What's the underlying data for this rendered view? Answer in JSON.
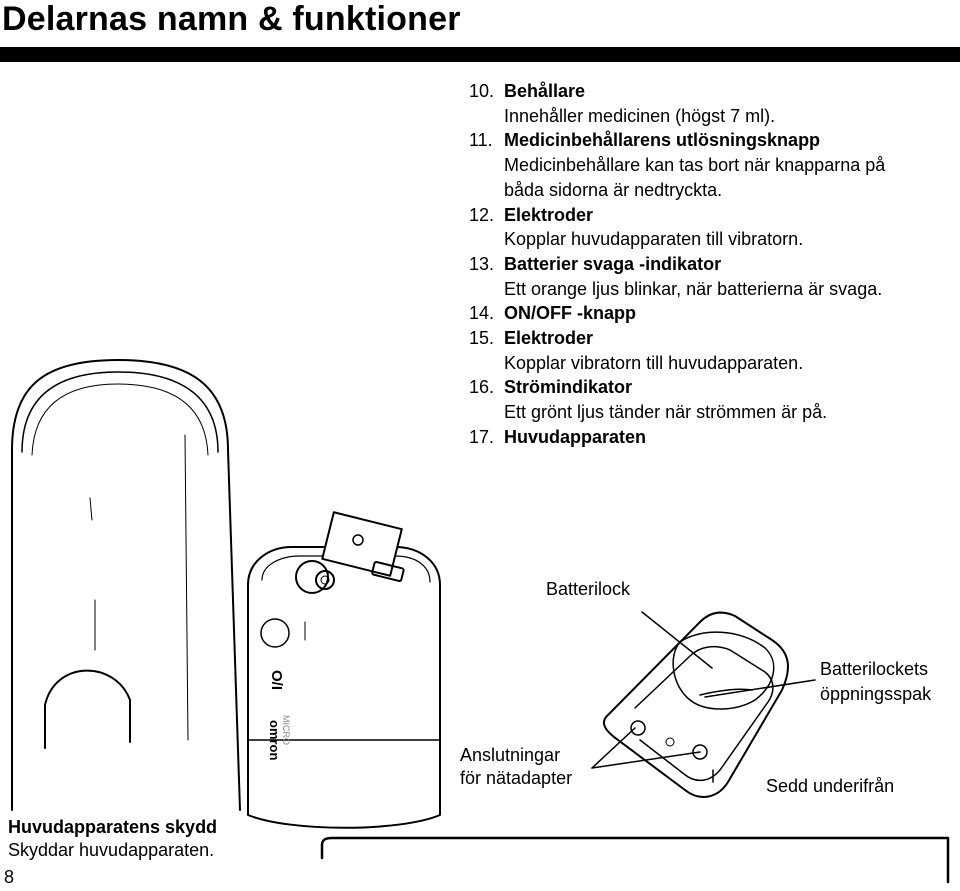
{
  "header": {
    "title": "Delarnas namn & funktioner"
  },
  "parts": [
    {
      "num": "10.",
      "name": "Behållare",
      "desc": [
        "Innehåller medicinen (högst 7 ml)."
      ]
    },
    {
      "num": "11.",
      "name": "Medicinbehållarens utlösningsknapp",
      "desc": [
        "Medicinbehållare kan tas bort när knapparna på",
        "båda sidorna är nedtryckta."
      ]
    },
    {
      "num": "12.",
      "name": "Elektroder",
      "desc": [
        "Kopplar huvudapparaten till vibratorn."
      ]
    },
    {
      "num": "13.",
      "name": "Batterier svaga -indikator",
      "desc": [
        "Ett orange ljus blinkar, när batterierna är svaga."
      ]
    },
    {
      "num": "14.",
      "name": "ON/OFF -knapp",
      "desc": []
    },
    {
      "num": "15.",
      "name": "Elektroder",
      "desc": [
        "Kopplar vibratorn till huvudapparaten."
      ]
    },
    {
      "num": "16.",
      "name": "Strömindikator",
      "desc": [
        "Ett grönt ljus tänder när strömmen är på."
      ]
    },
    {
      "num": "17.",
      "name": "Huvudapparaten",
      "desc": []
    }
  ],
  "callouts": {
    "battery_lock": "Batterilock",
    "battery_lever_line1": "Batterilockets",
    "battery_lever_line2": "öppningsspak",
    "adapter_line1": "Anslutningar",
    "adapter_line2": "för nätadapter",
    "seen_from_below": "Sedd underifrån"
  },
  "device_marks": {
    "power_symbol": "O/I",
    "brand": "omron",
    "model": "MICRO"
  },
  "cover_caption": {
    "title": "Huvudapparatens skydd",
    "desc": "Skyddar huvudapparaten."
  },
  "page_number": "8"
}
